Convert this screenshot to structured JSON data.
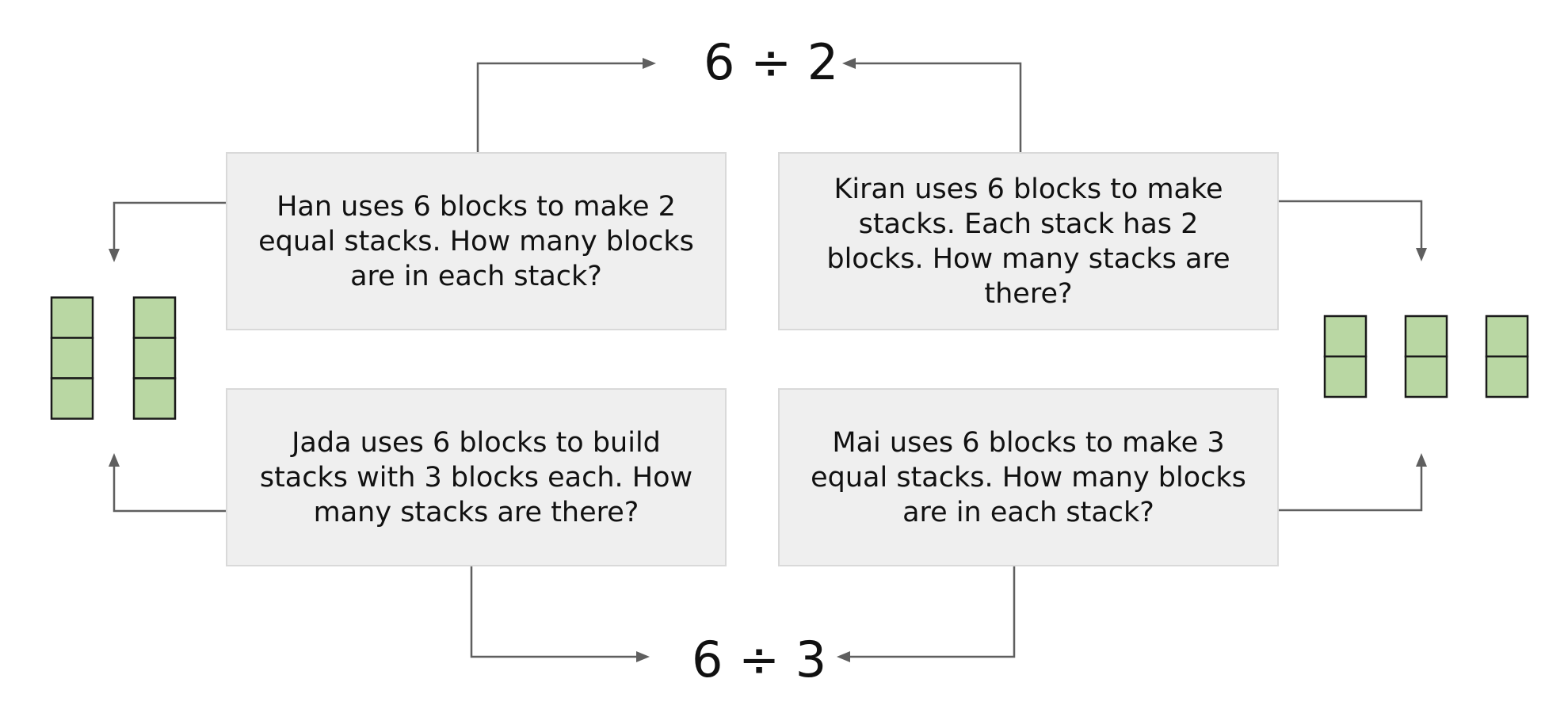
{
  "expressions": {
    "top": "6 ÷ 2",
    "bottom": "6 ÷ 3"
  },
  "cards": {
    "han": "Han uses 6 blocks to make 2 equal stacks. How many blocks are in each stack?",
    "kiran": "Kiran uses 6 blocks to make stacks. Each stack has 2 blocks. How many stacks are there?",
    "jada": "Jada uses 6 blocks to build stacks with 3 blocks each. How many stacks are there?",
    "mai": "Mai uses 6 blocks to make 3 equal stacks. How many blocks are in each stack?"
  },
  "block_groups": {
    "left": {
      "stacks": 2,
      "blocks_per_stack": 3
    },
    "right": {
      "stacks": 3,
      "blocks_per_stack": 2
    }
  },
  "colors": {
    "block_fill": "#b9d7a3",
    "card_fill": "#efefef",
    "arrow": "#5f5f5f"
  }
}
